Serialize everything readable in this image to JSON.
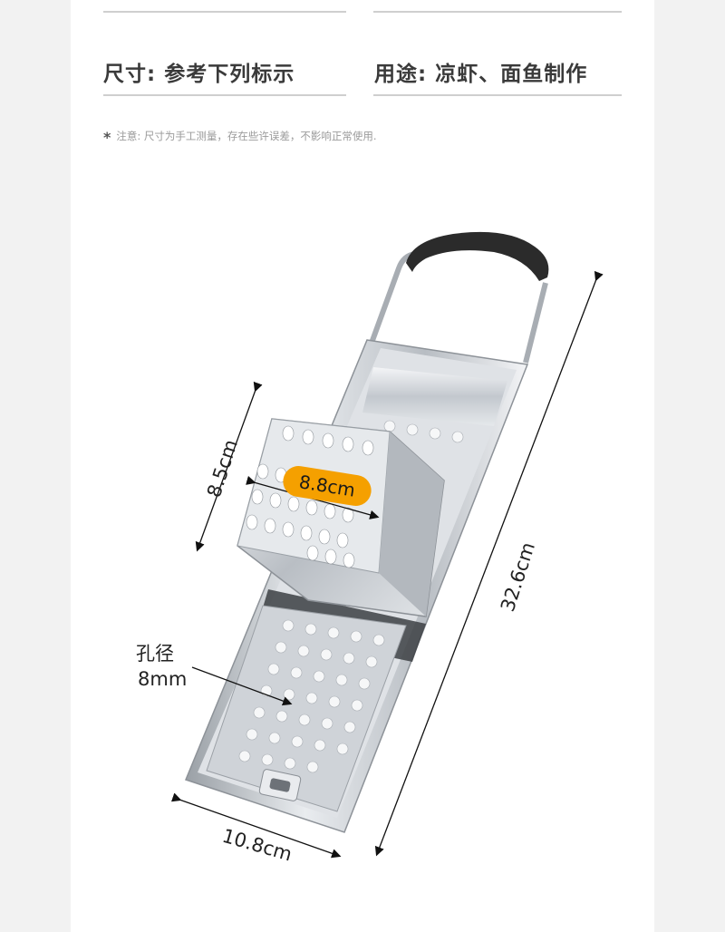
{
  "spec": {
    "size_label": "尺寸: 参考下列标示",
    "usage_label": "用途: 凉虾、面鱼制作"
  },
  "note": {
    "star": "*",
    "text": "注意: 尺寸为手工测量，存在些许误差，不影响正常使用."
  },
  "dimensions": {
    "box_height": "8.5cm",
    "box_width": "8.8cm",
    "total_length": "32.6cm",
    "base_width": "10.8cm",
    "hole_line1": "孔径",
    "hole_line2": "8mm"
  },
  "colors": {
    "accent": "#f5a000",
    "handle": "#2b2b2b",
    "steel": "#c9cdd2",
    "background": "#ffffff"
  },
  "icons": {
    "product": "stainless-spaetzle-maker",
    "arrows": "dimension-arrow"
  }
}
